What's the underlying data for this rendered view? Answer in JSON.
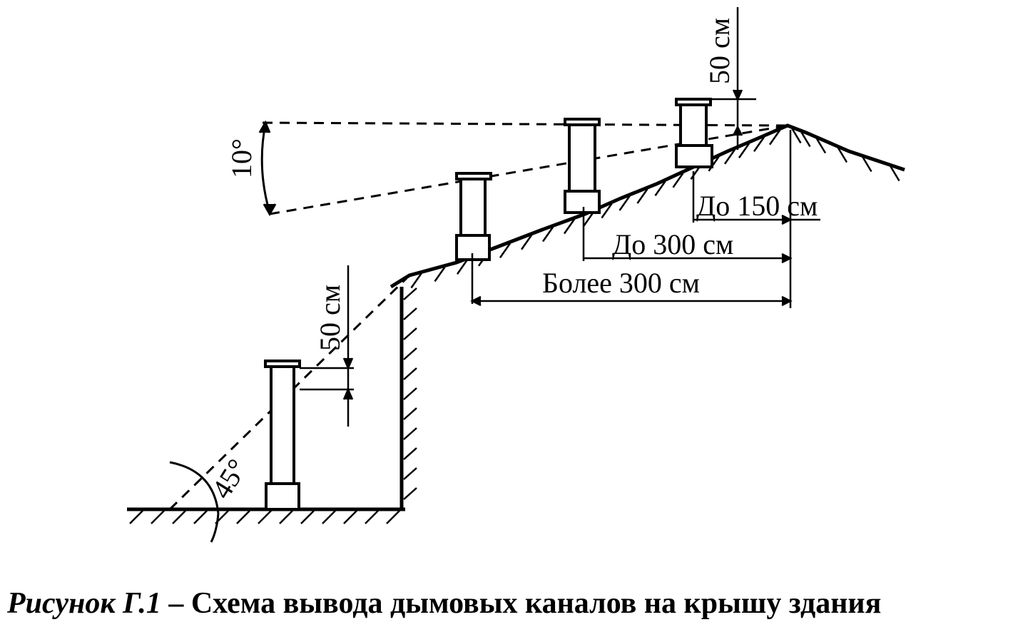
{
  "labels": {
    "angle_10": "10°",
    "angle_45": "45°",
    "top_50cm": "50 см",
    "left_50cm": "50 см",
    "up_to_150": "До 150 см",
    "up_to_300": "До 300 см",
    "over_300": "Более 300 см"
  },
  "caption": {
    "lead": "Рисунок Г.1",
    "dash": " – ",
    "text": "Схема вывода дымовых каналов на крышу здания"
  }
}
